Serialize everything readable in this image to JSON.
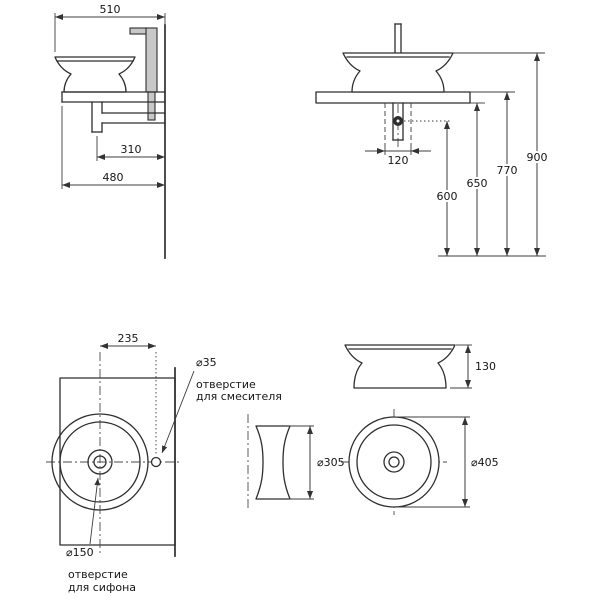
{
  "meta": {
    "drawing_type": "washbasin installation technical drawing",
    "colors": {
      "line": "#2e2e2e",
      "dim_line": "#3c3c3c",
      "faucet_fill": "#c8c8c8",
      "background": "#ffffff"
    }
  },
  "views": {
    "side": {
      "dim_510": "510",
      "dim_310": "310",
      "dim_480": "480"
    },
    "front": {
      "dim_120": "120",
      "dim_600": "600",
      "dim_650": "650",
      "dim_770": "770",
      "dim_900": "900"
    },
    "plan": {
      "dim_235": "235",
      "mixer_dia": "⌀35",
      "mixer_note_1": "отверстие",
      "mixer_note_2": "для смесителя",
      "siphon_dia": "⌀150",
      "siphon_note_1": "отверстие",
      "siphon_note_2": "для сифона"
    },
    "basin": {
      "dim_130": "130",
      "dim_305": "⌀305",
      "dim_405": "⌀405"
    }
  }
}
